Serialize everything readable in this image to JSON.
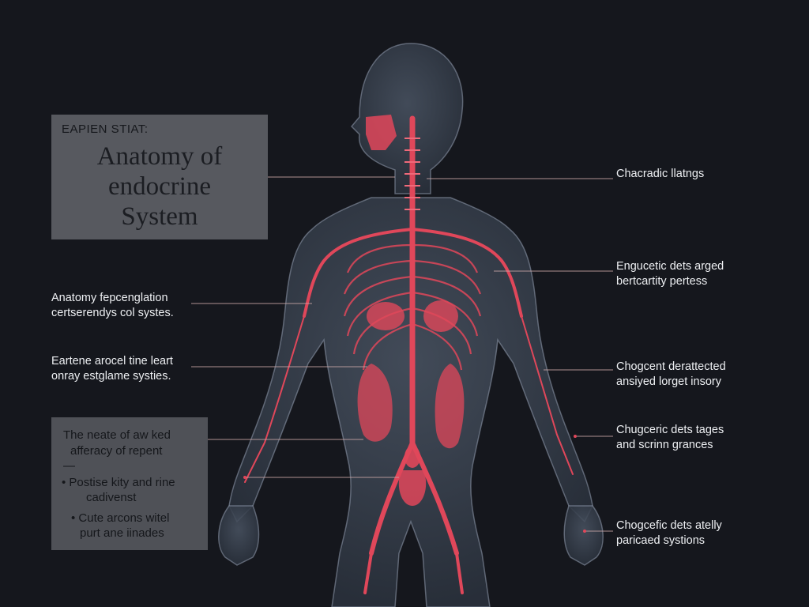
{
  "title": {
    "kicker": "EAPIEN STIAT:",
    "line1": "Anatomy of",
    "line2": "endocrine",
    "line3": "System"
  },
  "left_callouts": [
    {
      "line1": "Anatomy fepcenglation",
      "line2": "certserendys col systes."
    },
    {
      "line1": "Eartene arocel tine leart",
      "line2": "onray estglame systies."
    }
  ],
  "note_box": {
    "line1": "The neate of aw ked",
    "line2": "afferacy of repent",
    "dash": "—",
    "bullet1_a": "• Postise kity and rine",
    "bullet1_b": "cadivenst",
    "bullet2_a": "• Cute arcons witel",
    "bullet2_b": "purt ane iinades"
  },
  "right_callouts": [
    {
      "line1": "Chacradic llatngs",
      "line2": ""
    },
    {
      "line1": "Engucetic dets arged",
      "line2": "bertcartity pertess"
    },
    {
      "line1": "Chogcent derattected",
      "line2": "ansiyed lorget insory"
    },
    {
      "line1": "Chugceric dets tages",
      "line2": "and scrinn grances"
    },
    {
      "line1": "Chogcefic dets atelly",
      "line2": "paricaed systions"
    }
  ],
  "colors": {
    "background": "#15171d",
    "body_silhouette": "#3a4352",
    "vessels": "#e0475a",
    "leader_lines": "#c9a6a6"
  }
}
